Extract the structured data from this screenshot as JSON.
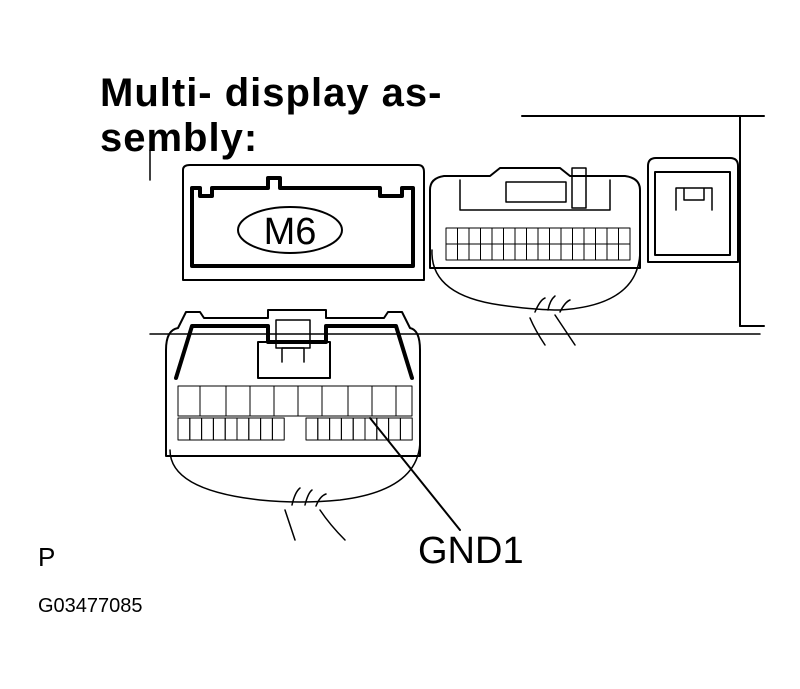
{
  "title": {
    "line1": "Multi- display   as-",
    "line2": "sembly:"
  },
  "connector_label": "M6",
  "pin_label": "GND1",
  "view_marker": "P",
  "figure_code": "G03477085",
  "colors": {
    "ink": "#000000",
    "paper": "#ffffff"
  }
}
